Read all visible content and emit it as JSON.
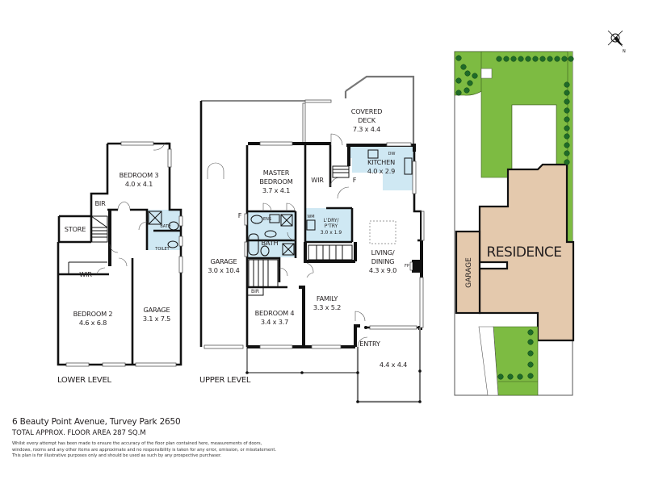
{
  "property": {
    "address": "6 Beauty Point Avenue, Turvey Park 2650",
    "total_area": "TOTAL APPROX. FLOOR AREA 287 SQ.M",
    "disclaimer": [
      "Whilst every attempt has been made to ensure the accuracy of the floor plan contained here, measurements of doors,",
      "windows, rooms and any other items are approximate and no responsibility is taken for any error, omission, or misstatement.",
      "This plan is for illustrative purposes only and should be used as such by any prospective purchaser."
    ]
  },
  "levels": {
    "lower": {
      "label": "LOWER LEVEL",
      "rooms": {
        "bedroom3": {
          "name": "BEDROOM 3",
          "size": "4.0 x 4.1"
        },
        "bir": {
          "name": "BIR"
        },
        "store": {
          "name": "STORE"
        },
        "bath": {
          "name": "BATH"
        },
        "toilet": {
          "name": "TOILET"
        },
        "wir": {
          "name": "WIR"
        },
        "bedroom2": {
          "name": "BEDROOM 2",
          "size": "4.6 x 6.8"
        },
        "garage": {
          "name": "GARAGE",
          "size": "3.1 x 7.5"
        }
      }
    },
    "upper": {
      "label": "UPPER LEVEL",
      "rooms": {
        "covered_deck": {
          "name_line1": "COVERED",
          "name_line2": "DECK",
          "size": "7.3 x 4.4"
        },
        "master_bedroom": {
          "name_line1": "MASTER",
          "name_line2": "BEDROOM",
          "size": "3.7 x 4.1"
        },
        "wir": {
          "name": "WIR"
        },
        "kitchen": {
          "name": "KITCHEN",
          "size": "4.0 x 2.9",
          "dw": "DW"
        },
        "fridge_kitchen": {
          "name": "F"
        },
        "fridge_garage": {
          "name": "F"
        },
        "ens": {
          "name": "ENS"
        },
        "bath": {
          "name": "BATH"
        },
        "laundry": {
          "name_line1": "L'DRY/",
          "name_line2": "P'TRY",
          "size": "3.0 x 1.9",
          "wm": "WM"
        },
        "living": {
          "name_line1": "LIVING/",
          "name_line2": "DINING",
          "size": "4.3 x 9.0",
          "fp": "FP"
        },
        "garage": {
          "name": "GARAGE",
          "size": "3.0 x 10.4"
        },
        "bir": {
          "name": "BIR"
        },
        "bedroom4": {
          "name": "BEDROOM 4",
          "size": "3.4 x 3.7"
        },
        "family": {
          "name": "FAMILY",
          "size": "3.3 x 5.2"
        },
        "entry": {
          "name": "ENTRY"
        },
        "porch": {
          "size": "4.4 x 4.4"
        }
      }
    }
  },
  "site": {
    "residence": "RESIDENCE",
    "garage": "GARAGE",
    "compass": "N",
    "colors": {
      "lawn": "#7dbb42",
      "building": "#e4c9ad",
      "tree": "#1f6b28"
    }
  },
  "colors": {
    "wet_area": "#cfe8f3",
    "walls": "#111111"
  }
}
